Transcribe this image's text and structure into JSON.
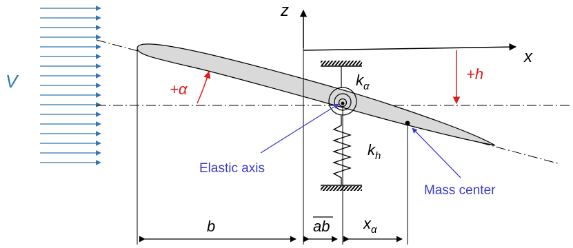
{
  "flow": {
    "label": "V",
    "color": "#2f75b5"
  },
  "axes": {
    "z_label": "z",
    "x_label": "x"
  },
  "motions": {
    "plunge_label": "+h",
    "pitch_label": "+α",
    "color": "#e01b1b"
  },
  "springs": {
    "torsional": {
      "base": "k",
      "sub": "α"
    },
    "bending": {
      "base": "k",
      "sub": "h"
    }
  },
  "callouts": {
    "elastic_axis": "Elastic axis",
    "mass_center": "Mass center",
    "color": "#3b3bcc"
  },
  "dimensions": {
    "semi_chord": "b",
    "offset": "ab",
    "mass_offset": {
      "base": "x",
      "sub": "α"
    }
  },
  "colors": {
    "airfoil_fill": "#d9d9d9",
    "line": "#000000"
  }
}
